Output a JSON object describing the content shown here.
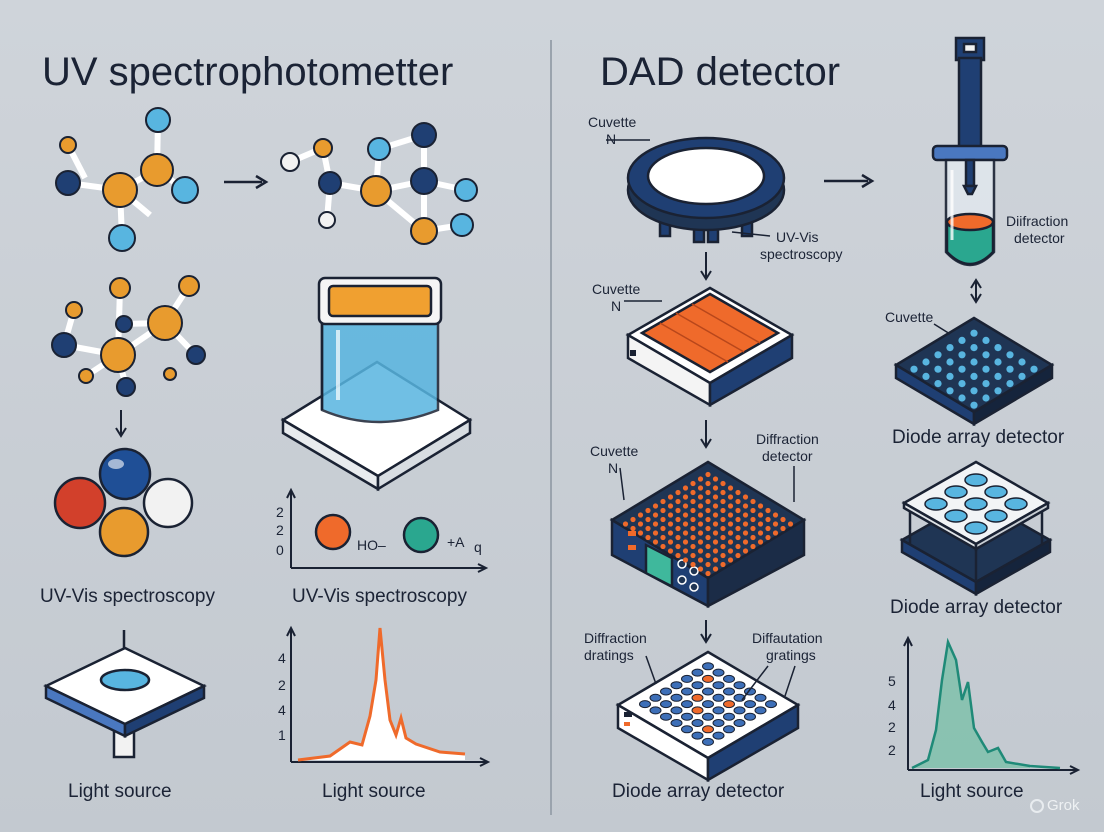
{
  "titles": {
    "left": "UV spectrophotometter",
    "right": "DAD detector"
  },
  "left": {
    "caption_mol_a": "UV-Vis spectroscopy",
    "caption_mol_b": "UV-Vis spectroscopy",
    "caption_ls_a": "Light source",
    "caption_ls_b": "Light source",
    "reaction_left": "HO–",
    "reaction_right": "+A",
    "reaction_sub": "q",
    "axis_ticks_reaction": [
      "2",
      "2",
      "0"
    ],
    "axis_ticks_peak": [
      "4",
      "2",
      "4",
      "1"
    ]
  },
  "right": {
    "cuvette_1": "Cuvette",
    "n_1": "N",
    "uvvis_1": "UV-Vis",
    "uvvis_2": "spectroscopy",
    "diffraction_tr_1": "Diifraction",
    "diffraction_tr_2": "detector",
    "cuvette_2": "Cuvette",
    "n_2": "N",
    "cuvette_3": "Cuvette",
    "cuvette_4": "Cuvette",
    "n_4": "N",
    "diffraction_mid_1": "Diffraction",
    "diffraction_mid_2": "detector",
    "diode_1": "Diode array detector",
    "diode_2": "Diode array detector",
    "diffraction_gr_1": "Diffraction",
    "diffraction_gr_2": "dratings",
    "diffaut_1": "Diffautation",
    "diffaut_2": "gratings",
    "diode_3": "Diode array detector",
    "light_source": "Light source",
    "axis_ticks_peak": [
      "5",
      "4",
      "2",
      "2"
    ]
  },
  "watermark": "Grok"
}
